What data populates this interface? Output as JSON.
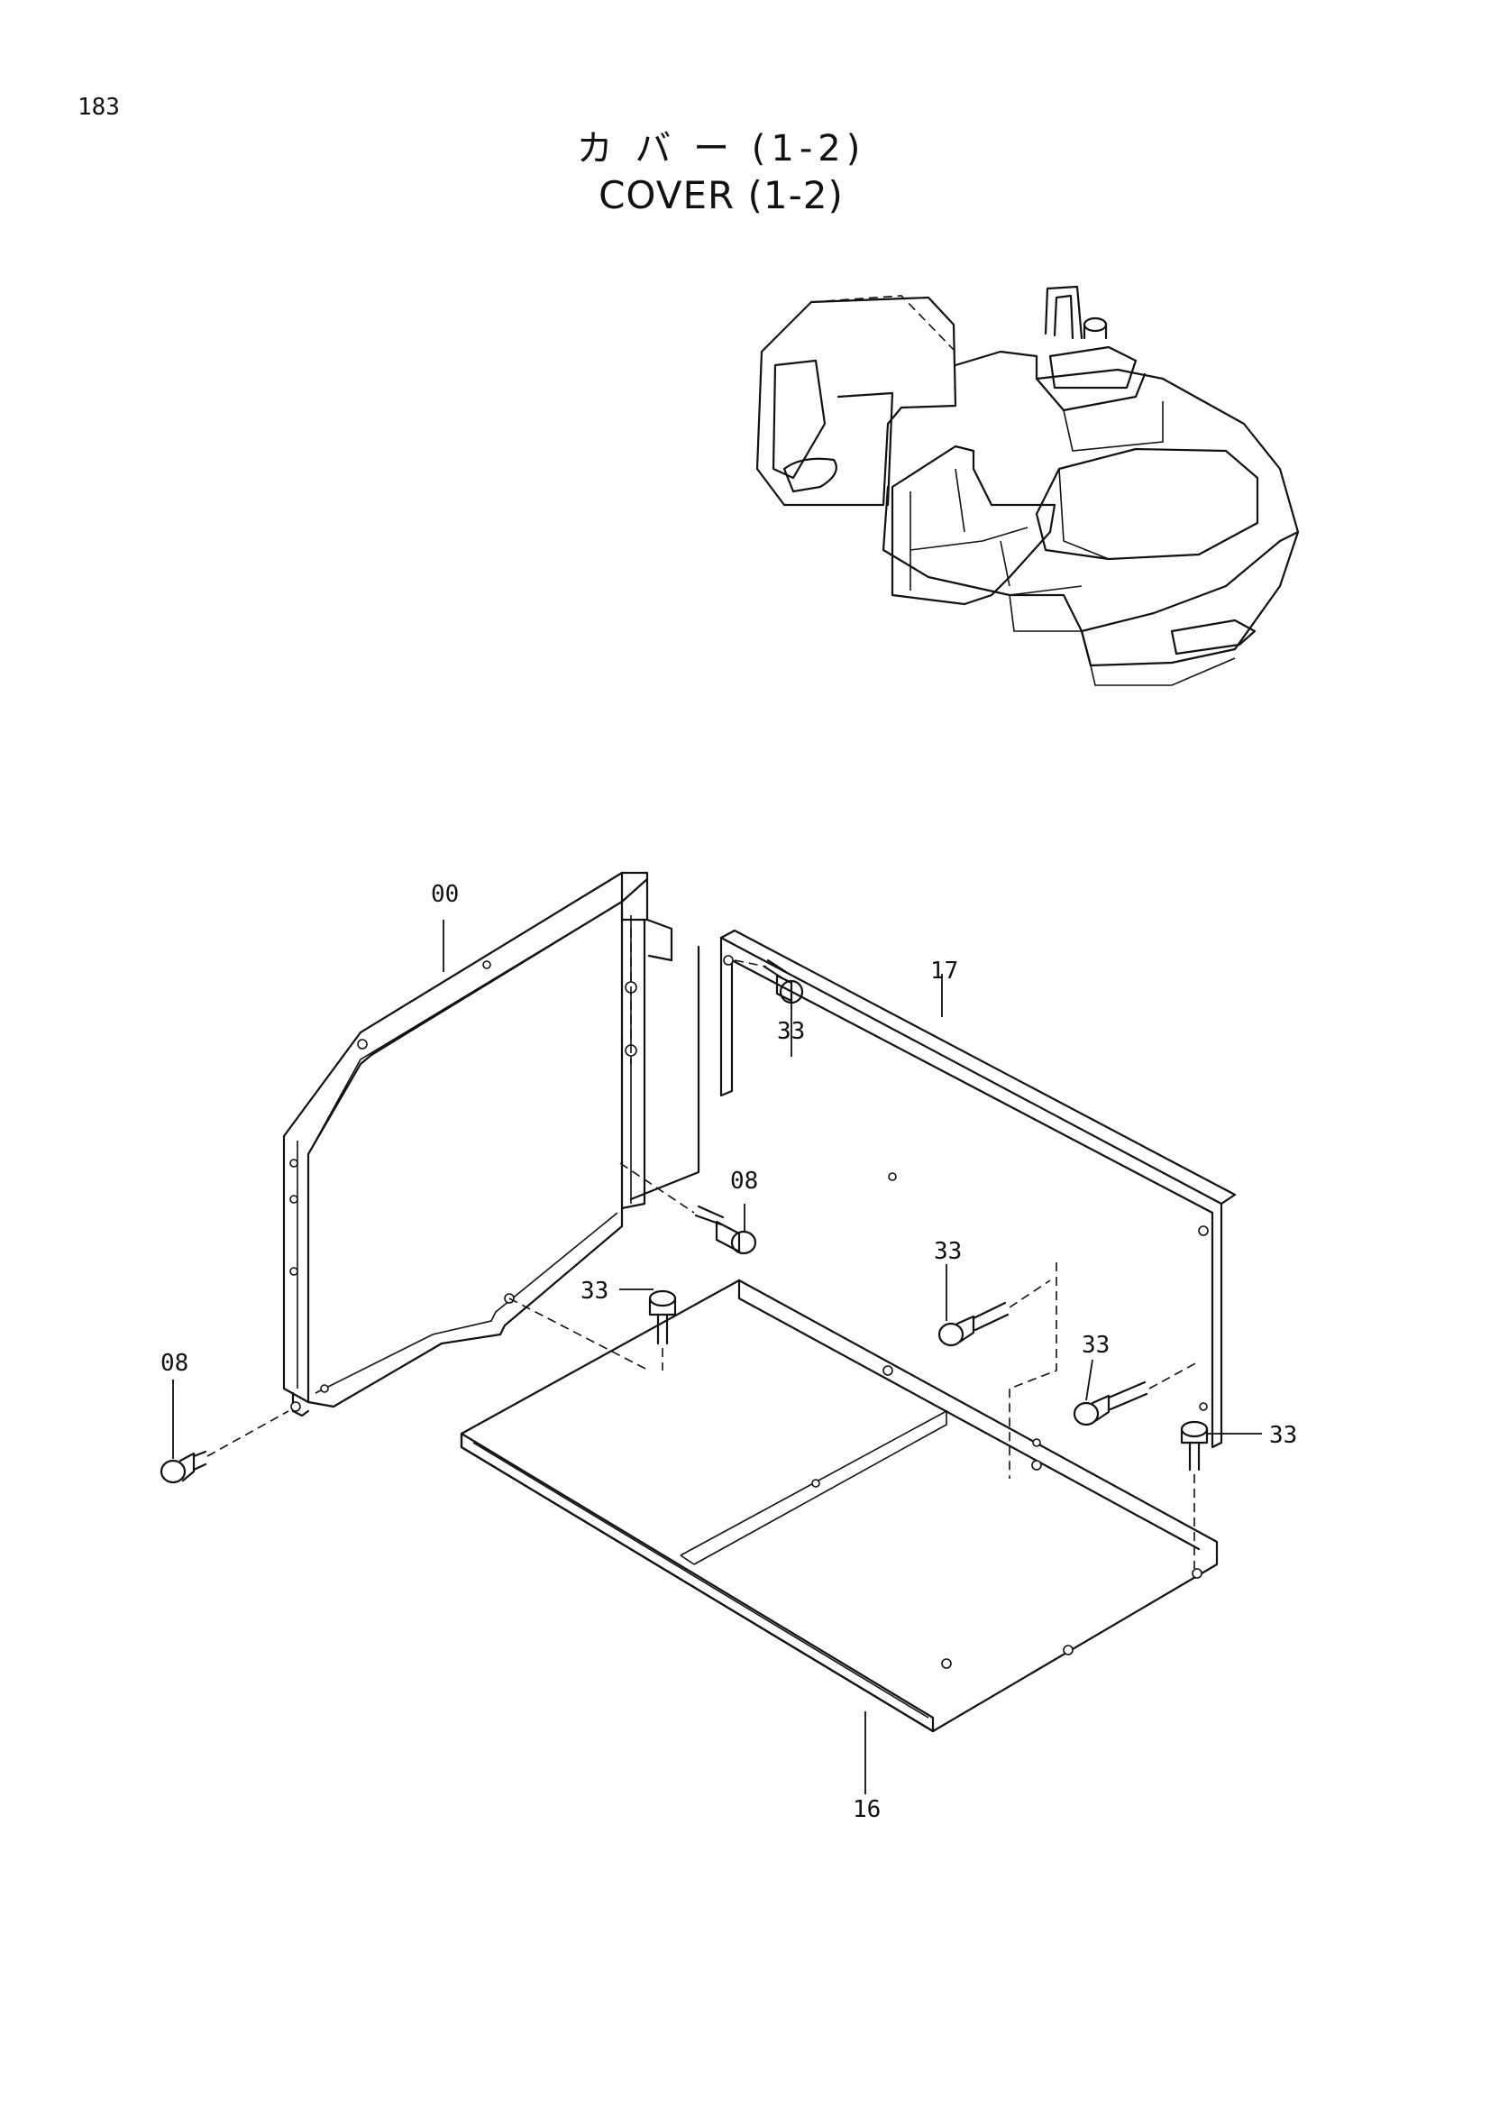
{
  "page": {
    "number": "183",
    "title_ja": "カ バ ー  (1-2)",
    "title_en": "COVER (1-2)"
  },
  "labels": {
    "frame": "00",
    "side_cover": "17",
    "floor_cover": "16",
    "bolt_08_center": "08",
    "bolt_08_left": "08",
    "bolt_33_top": "33",
    "bolt_33_center_left": "33",
    "bolt_33_center_right": "33",
    "bolt_33_right_a": "33",
    "bolt_33_right_b": "33"
  }
}
